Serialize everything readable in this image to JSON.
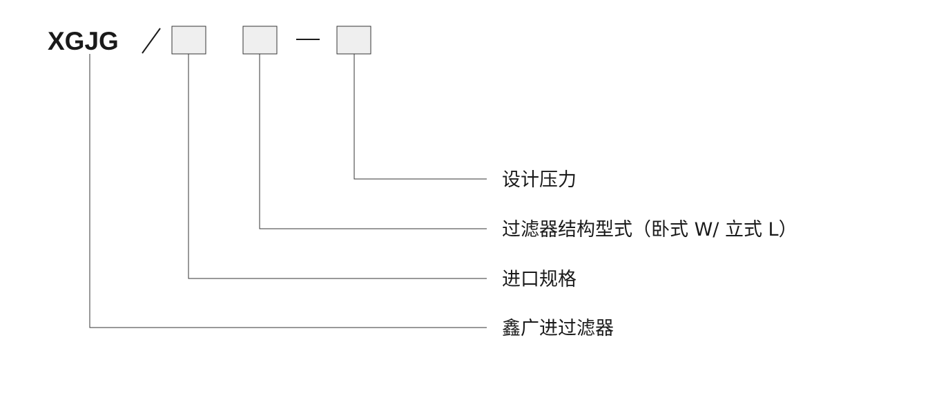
{
  "model_code": {
    "prefix": "XGJG",
    "separator": "/",
    "dash": "—"
  },
  "fields": [
    {
      "id": "design-pressure",
      "label": "设计压力"
    },
    {
      "id": "structure-type",
      "label": "过滤器结构型式（卧式 W/ 立式 L）"
    },
    {
      "id": "inlet-size",
      "label": "进口规格"
    },
    {
      "id": "product-name",
      "label": "鑫广进过滤器"
    }
  ]
}
